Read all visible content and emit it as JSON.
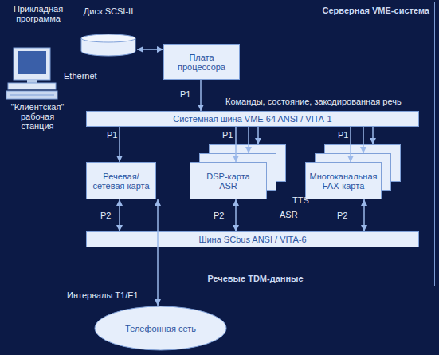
{
  "diagram": {
    "nodes": [
      {
        "text": [
          "Серверная VME-система",
          "Речевые TDM-данные"
        ]
      },
      {
        "text": [
          "Диск SCSI-II"
        ],
        "in": 0
      },
      {
        "text": [
          "Плата процессора"
        ],
        "in": 0
      },
      {
        "text": [
          "Системная шина VME 64 ANSI / VITA-1"
        ],
        "in": 0
      },
      {
        "text": [
          "Речевая/сетевая карта"
        ],
        "in": 0
      },
      {
        "text": [
          "DSP-карта ASR"
        ],
        "in": 0
      },
      {
        "text": [
          "Многоканальная FAX-карта"
        ],
        "in": 0
      },
      {
        "text": [
          "Шина SCbus ANSI / VITA-6"
        ],
        "in": 0
      },
      {
        "text": [
          "Телефонная сеть"
        ]
      }
    ],
    "edges": [
      {
        "from": 1,
        "to": 2,
        "arrow": "both"
      },
      {
        "from": 2,
        "to": 3,
        "label": "P1",
        "arrow": "to"
      },
      {
        "from": 3,
        "to": 4,
        "label": "P1",
        "arrow": "to"
      },
      {
        "from": 3,
        "to": 5,
        "label": "P1",
        "arrow": "to"
      },
      {
        "from": 3,
        "to": 6,
        "label": "P1",
        "arrow": "to"
      },
      {
        "from": 4,
        "to": 7,
        "label": "P2",
        "arrow": "both"
      },
      {
        "from": 5,
        "to": 7,
        "label": "P2",
        "arrow": "both"
      },
      {
        "from": 6,
        "to": 7,
        "label": "P2",
        "arrow": "both"
      },
      {
        "from": 8,
        "to": 4,
        "label": "Интервалы T1/E1",
        "arrow": "both"
      }
    ],
    "labels": [
      "Прикладная программа",
      "\"Клиентская\" рабочая станция",
      "Ethernet",
      "Команды, состояние, закодированная речь",
      "TTS",
      "ASR"
    ]
  }
}
